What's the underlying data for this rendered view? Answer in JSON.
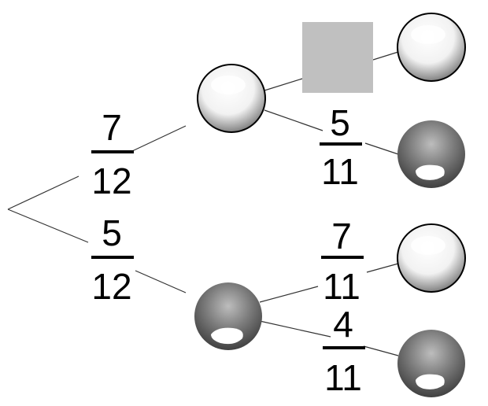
{
  "diagram": {
    "colors": {
      "white_ball": "#f4f4f4",
      "grey_ball": "#7a7a7a",
      "hidden_box": "#c0c0c0",
      "line": "#333333"
    },
    "first_draw": {
      "white": {
        "num": "7",
        "den": "12"
      },
      "grey": {
        "num": "5",
        "den": "12"
      }
    },
    "second_draw": {
      "after_white": {
        "white": {
          "hidden": true
        },
        "grey": {
          "num": "5",
          "den": "11"
        }
      },
      "after_grey": {
        "white": {
          "num": "7",
          "den": "11"
        },
        "grey": {
          "num": "4",
          "den": "11"
        }
      }
    }
  }
}
